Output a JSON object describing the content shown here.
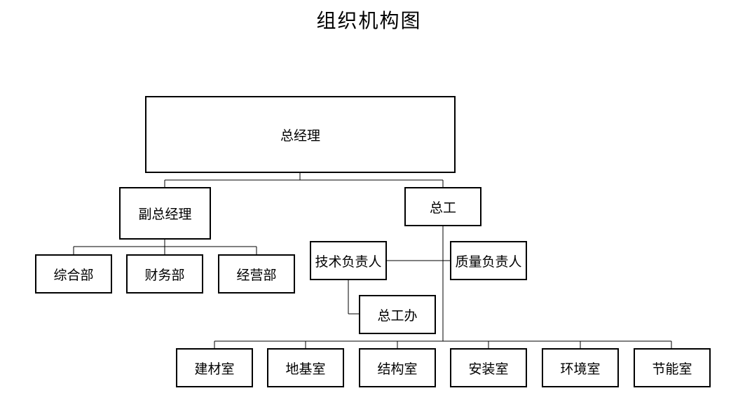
{
  "title": "组织机构图",
  "nodes": {
    "general_manager": "总经理",
    "deputy_manager": "副总经理",
    "chief_engineer": "总工",
    "general_dept": "综合部",
    "finance_dept": "财务部",
    "business_dept": "经营部",
    "tech_lead": "技术负责人",
    "quality_lead": "质量负责人",
    "chief_engineer_office": "总工办",
    "building_materials_room": "建材室",
    "foundation_room": "地基室",
    "structure_room": "结构室",
    "installation_room": "安装室",
    "environment_room": "环境室",
    "energy_saving_room": "节能室"
  }
}
